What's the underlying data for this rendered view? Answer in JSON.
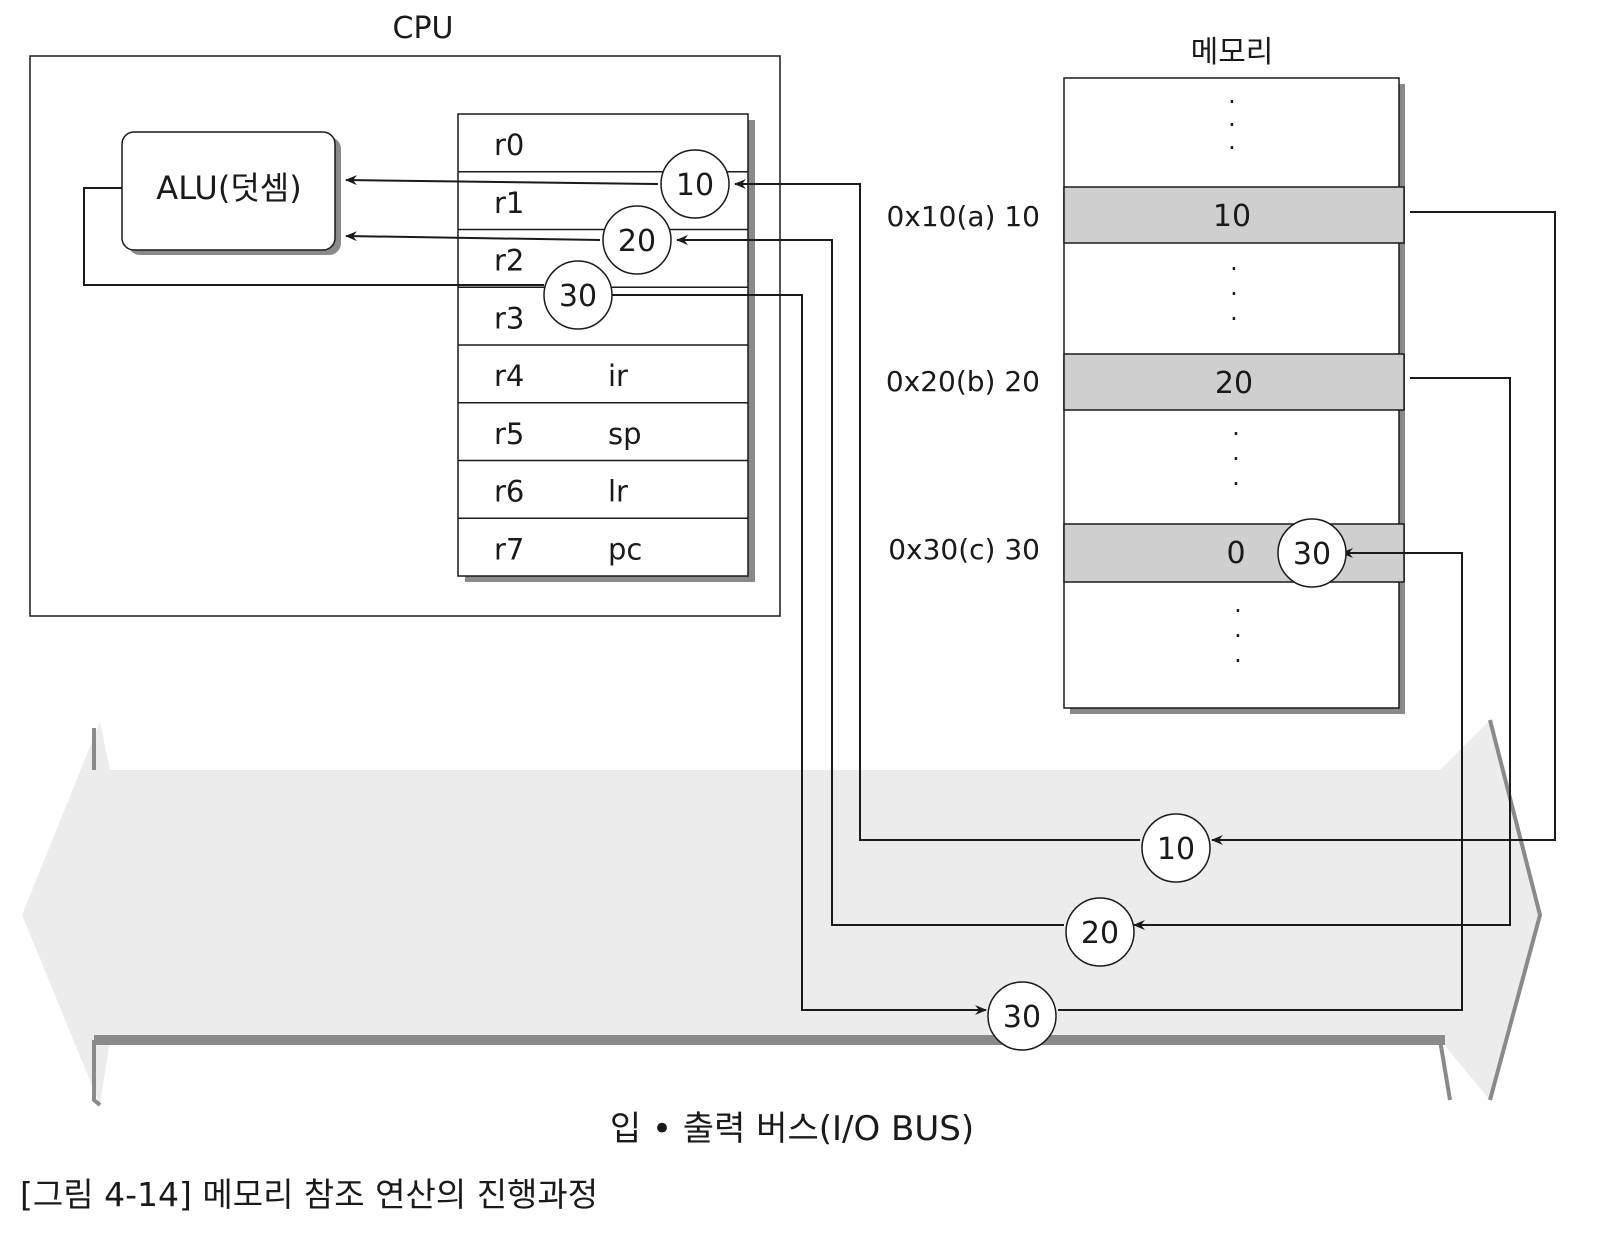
{
  "cpu": {
    "title": "CPU",
    "alu_label": "ALU(덧셈)",
    "registers": [
      {
        "name": "r0",
        "alias": ""
      },
      {
        "name": "r1",
        "alias": ""
      },
      {
        "name": "r2",
        "alias": ""
      },
      {
        "name": "r3",
        "alias": ""
      },
      {
        "name": "r4",
        "alias": "ir"
      },
      {
        "name": "r5",
        "alias": "sp"
      },
      {
        "name": "r6",
        "alias": "lr"
      },
      {
        "name": "r7",
        "alias": "pc"
      }
    ],
    "register_values": [
      "10",
      "20",
      "30"
    ]
  },
  "memory": {
    "title": "메모리",
    "ellipsis": "·",
    "cells": [
      {
        "address_label": "0x10(a) 10",
        "value": "10",
        "result": ""
      },
      {
        "address_label": "0x20(b) 20",
        "value": "20",
        "result": ""
      },
      {
        "address_label": "0x30(c) 30",
        "value": "0",
        "result": "30"
      }
    ]
  },
  "bus": {
    "label": "입 • 출력 버스(I/O BUS)",
    "values": [
      "10",
      "20",
      "30"
    ]
  },
  "caption": "[그림 4-14] 메모리 참조 연산의 진행과정",
  "colors": {
    "line": "#1a1a1a",
    "memory_highlight": "#cfcfcf",
    "bus_fill": "#ececec"
  }
}
